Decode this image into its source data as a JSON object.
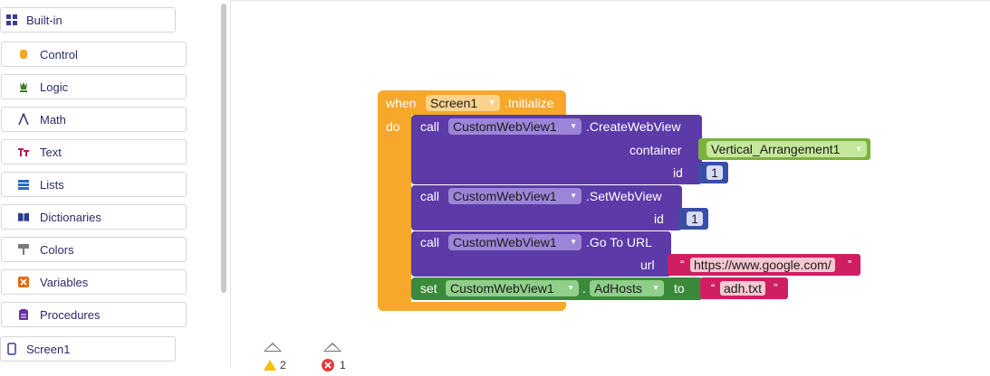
{
  "sidebar": {
    "builtin_label": "Built-in",
    "items": [
      {
        "label": "Control",
        "icon": "control-icon",
        "color": "#f5a623"
      },
      {
        "label": "Logic",
        "icon": "logic-icon",
        "color": "#3b7d2a"
      },
      {
        "label": "Math",
        "icon": "math-icon",
        "color": "#3a3a7a"
      },
      {
        "label": "Text",
        "icon": "text-icon",
        "color": "#c4174e"
      },
      {
        "label": "Lists",
        "icon": "lists-icon",
        "color": "#2b6cc4"
      },
      {
        "label": "Dictionaries",
        "icon": "dictionaries-icon",
        "color": "#2b3a8c"
      },
      {
        "label": "Colors",
        "icon": "colors-icon",
        "color": "#7a7a7a"
      },
      {
        "label": "Variables",
        "icon": "variables-icon",
        "color": "#e36a12"
      },
      {
        "label": "Procedures",
        "icon": "procedures-icon",
        "color": "#6a2ea8"
      }
    ],
    "screen_label": "Screen1"
  },
  "blocks": {
    "event": {
      "when": "when",
      "component": "Screen1",
      "event_name": ".Initialize",
      "do": "do"
    },
    "call1": {
      "call": "call",
      "component": "CustomWebView1",
      "method": ".CreateWebView",
      "arg1_name": "container",
      "arg1_value": "Vertical_Arrangement1",
      "arg2_name": "id",
      "arg2_value": "1"
    },
    "call2": {
      "call": "call",
      "component": "CustomWebView1",
      "method": ".SetWebView",
      "arg1_name": "id",
      "arg1_value": "1"
    },
    "call3": {
      "call": "call",
      "component": "CustomWebView1",
      "method": ".Go To URL",
      "arg1_name": "url",
      "arg1_value": "https://www.google.com/"
    },
    "setter": {
      "set": "set",
      "component": "CustomWebView1",
      "dot": ".",
      "property": "AdHosts",
      "to": "to",
      "value": "adh.txt"
    },
    "open_quote": "“",
    "close_quote": "”"
  },
  "indicators": {
    "warnings": "2",
    "errors": "1"
  },
  "colors": {
    "event": "#f7a72a",
    "method": "#5c3aa8",
    "setter": "#3b8a3b",
    "text": "#d01e62",
    "math": "#3a4ea8",
    "component": "#7bb23c"
  }
}
